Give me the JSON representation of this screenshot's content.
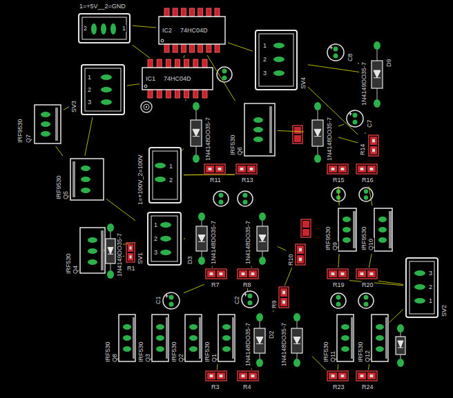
{
  "diagram": {
    "nodes": [
      {
        "text": [
          "1=+5V__2=GND",
          "2",
          "1"
        ]
      },
      {
        "text": [
          "IC2",
          "74HC04D"
        ]
      },
      {
        "text": [
          "IC1",
          "74HC04D"
        ]
      },
      {
        "text": [
          "SV4",
          "1",
          "2",
          "3"
        ]
      },
      {
        "text": [
          "SV3",
          "1",
          "2",
          "3"
        ]
      },
      {
        "text": [
          "C8"
        ]
      },
      {
        "text": [
          "1N4149DO35-7",
          "D9"
        ]
      },
      {
        "text": [
          "C7"
        ]
      },
      {
        "text": [
          "IRF9530",
          "Q7"
        ]
      },
      {
        "text": [
          "1N4148DO35-7"
        ]
      },
      {
        "text": [
          "IRF530",
          "Q6"
        ]
      },
      {
        "text": [
          "1N4148DO35-7"
        ]
      },
      {
        "text": [
          "R14"
        ]
      },
      {
        "text": [
          "IRF9530",
          "Q5"
        ]
      },
      {
        "text": [
          "1=+100V_2=100V",
          "1",
          "2"
        ]
      },
      {
        "text": [
          "R11"
        ]
      },
      {
        "text": [
          "R13"
        ]
      },
      {
        "text": [
          "R15"
        ]
      },
      {
        "text": [
          "R16"
        ]
      },
      {
        "text": [
          "SV1",
          "1",
          "2",
          "3"
        ]
      },
      {
        "text": [
          "IRF530",
          "Q4"
        ]
      },
      {
        "text": [
          "1N4149DO35-7"
        ]
      },
      {
        "text": [
          "R1"
        ]
      },
      {
        "text": [
          "1N4148DO35-7",
          "D3"
        ]
      },
      {
        "text": [
          "1N4148DO35-7"
        ]
      },
      {
        "text": [
          "R10"
        ]
      },
      {
        "text": [
          "IRF9530",
          "Q9"
        ]
      },
      {
        "text": [
          "IRF9530",
          "Q10"
        ]
      },
      {
        "text": [
          "R7"
        ]
      },
      {
        "text": [
          "R8"
        ]
      },
      {
        "text": [
          "R19"
        ]
      },
      {
        "text": [
          "R20"
        ]
      },
      {
        "text": [
          "R9"
        ]
      },
      {
        "text": [
          "SV2",
          "3",
          "2",
          "1"
        ]
      },
      {
        "text": [
          "C1"
        ]
      },
      {
        "text": [
          "C2"
        ]
      },
      {
        "text": [
          "IRF530",
          "Q8"
        ]
      },
      {
        "text": [
          "IRF530",
          "Q3"
        ]
      },
      {
        "text": [
          "IRF530",
          "Q2"
        ]
      },
      {
        "text": [
          "IRF530",
          "Q1"
        ]
      },
      {
        "text": [
          "1N4148DO35-7",
          "D2"
        ]
      },
      {
        "text": [
          "1N4148DO35-7"
        ]
      },
      {
        "text": [
          "IRF530",
          "Q11"
        ]
      },
      {
        "text": [
          "IRF530",
          "Q12"
        ]
      },
      {
        "text": [
          "R3"
        ]
      },
      {
        "text": [
          "R4"
        ]
      },
      {
        "text": [
          "R23"
        ]
      },
      {
        "text": [
          "R24"
        ]
      }
    ],
    "edges": [
      {
        "from": 0,
        "to": 1,
        "arrow": "none"
      },
      {
        "from": 0,
        "to": 2,
        "arrow": "none"
      },
      {
        "from": 1,
        "to": 2,
        "arrow": "none"
      },
      {
        "from": 1,
        "to": 3,
        "arrow": "none"
      },
      {
        "from": 2,
        "to": 4,
        "arrow": "none"
      },
      {
        "from": 1,
        "to": 10,
        "arrow": "none"
      },
      {
        "from": 2,
        "to": 9,
        "arrow": "none"
      },
      {
        "from": 3,
        "to": 6,
        "arrow": "none"
      },
      {
        "from": 3,
        "to": 12,
        "arrow": "none"
      },
      {
        "from": 4,
        "to": 8,
        "arrow": "none"
      },
      {
        "from": 4,
        "to": 13,
        "arrow": "none"
      },
      {
        "from": 8,
        "to": 13,
        "arrow": "none"
      },
      {
        "from": 9,
        "to": 14,
        "arrow": "none"
      },
      {
        "from": 10,
        "to": 11,
        "arrow": "none"
      },
      {
        "from": 11,
        "to": 12,
        "arrow": "none"
      },
      {
        "from": 14,
        "to": 15,
        "arrow": "none"
      },
      {
        "from": 14,
        "to": 16,
        "arrow": "none"
      },
      {
        "from": 15,
        "to": 16,
        "arrow": "none"
      },
      {
        "from": 13,
        "to": 19,
        "arrow": "none"
      },
      {
        "from": 19,
        "to": 20,
        "arrow": "none"
      },
      {
        "from": 20,
        "to": 22,
        "arrow": "none"
      },
      {
        "from": 19,
        "to": 23,
        "arrow": "none"
      },
      {
        "from": 23,
        "to": 28,
        "arrow": "none"
      },
      {
        "from": 24,
        "to": 29,
        "arrow": "none"
      },
      {
        "from": 24,
        "to": 25,
        "arrow": "none"
      },
      {
        "from": 17,
        "to": 26,
        "arrow": "none"
      },
      {
        "from": 18,
        "to": 27,
        "arrow": "none"
      },
      {
        "from": 26,
        "to": 30,
        "arrow": "none"
      },
      {
        "from": 27,
        "to": 31,
        "arrow": "none"
      },
      {
        "from": 30,
        "to": 33,
        "arrow": "none"
      },
      {
        "from": 31,
        "to": 33,
        "arrow": "none"
      },
      {
        "from": 33,
        "to": 43,
        "arrow": "none"
      },
      {
        "from": 28,
        "to": 34,
        "arrow": "none"
      },
      {
        "from": 29,
        "to": 35,
        "arrow": "none"
      },
      {
        "from": 36,
        "to": 37,
        "arrow": "none"
      },
      {
        "from": 37,
        "to": 38,
        "arrow": "none"
      },
      {
        "from": 38,
        "to": 39,
        "arrow": "none"
      },
      {
        "from": 39,
        "to": 44,
        "arrow": "none"
      },
      {
        "from": 40,
        "to": 45,
        "arrow": "none"
      },
      {
        "from": 41,
        "to": 46,
        "arrow": "none"
      },
      {
        "from": 42,
        "to": 46,
        "arrow": "none"
      },
      {
        "from": 43,
        "to": 47,
        "arrow": "none"
      },
      {
        "from": 32,
        "to": 40,
        "arrow": "none"
      },
      {
        "from": 5,
        "to": 6,
        "arrow": "none"
      },
      {
        "from": 7,
        "to": 11,
        "arrow": "none"
      },
      {
        "from": 7,
        "to": 12,
        "arrow": "none"
      },
      {
        "from": 21,
        "to": 20,
        "arrow": "none"
      },
      {
        "from": 25,
        "to": 32,
        "arrow": "none"
      }
    ]
  }
}
